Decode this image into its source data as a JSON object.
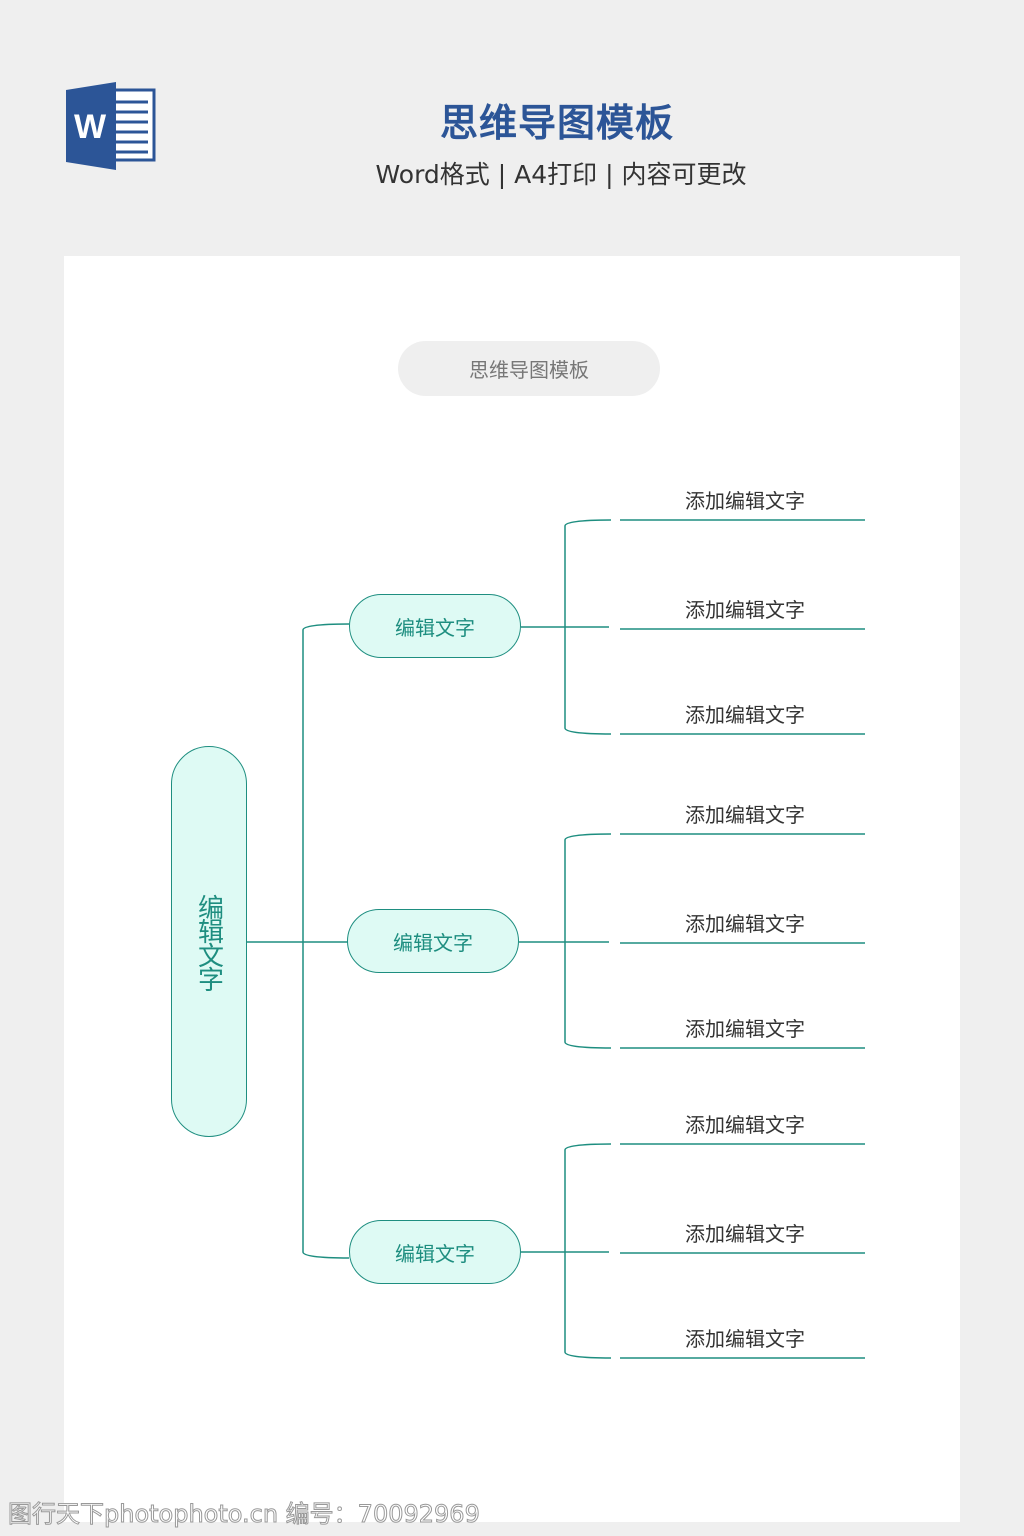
{
  "header": {
    "title": "思维导图模板",
    "subtitle": "Word格式 | A4打印 | 内容可更改",
    "logo_icon": "word-icon",
    "logo_letter": "W"
  },
  "doc": {
    "pill_title": "思维导图模板",
    "root": "编辑文字",
    "branches": [
      {
        "label": "编辑文字",
        "leaves": [
          "添加编辑文字",
          "添加编辑文字",
          "添加编辑文字"
        ]
      },
      {
        "label": "编辑文字",
        "leaves": [
          "添加编辑文字",
          "添加编辑文字",
          "添加编辑文字"
        ]
      },
      {
        "label": "编辑文字",
        "leaves": [
          "添加编辑文字",
          "添加编辑文字",
          "添加编辑文字"
        ]
      }
    ]
  },
  "watermark": "图行天下photophoto.cn 编号：70092969",
  "colors": {
    "accent": "#1e8e80",
    "fill": "#defaf4",
    "title": "#2c5597"
  }
}
